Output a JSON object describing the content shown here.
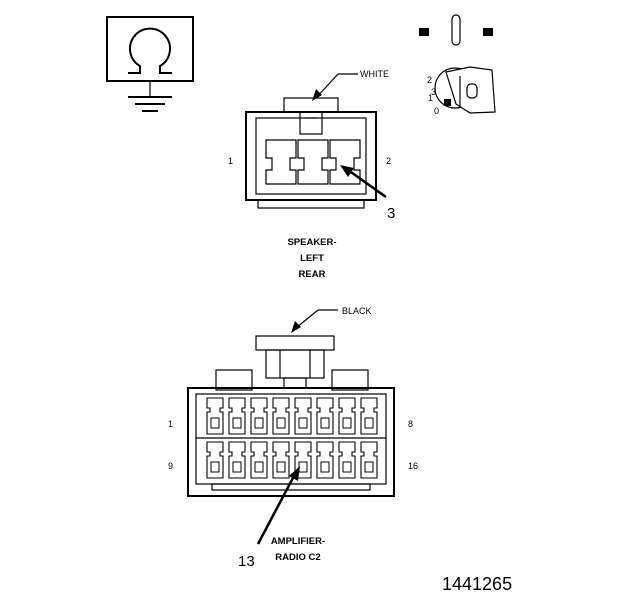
{
  "ground_symbol": {
    "icon": "resistance-ground-icon"
  },
  "ignition_key": {
    "icon": "ignition-key-icon",
    "positions": [
      "3",
      "2",
      "1",
      "0"
    ]
  },
  "speaker_connector": {
    "color_label": "WHITE",
    "pin_left": "1",
    "pin_right": "2",
    "callout": "3",
    "title_lines": [
      "SPEAKER-",
      "LEFT",
      "REAR"
    ]
  },
  "amplifier_connector": {
    "color_label": "BLACK",
    "pin_top_left": "1",
    "pin_top_right": "8",
    "pin_bottom_left": "9",
    "pin_bottom_right": "16",
    "callout": "13",
    "title_lines": [
      "AMPLIFIER-",
      "RADIO C2"
    ]
  },
  "figure_number": "1441265"
}
